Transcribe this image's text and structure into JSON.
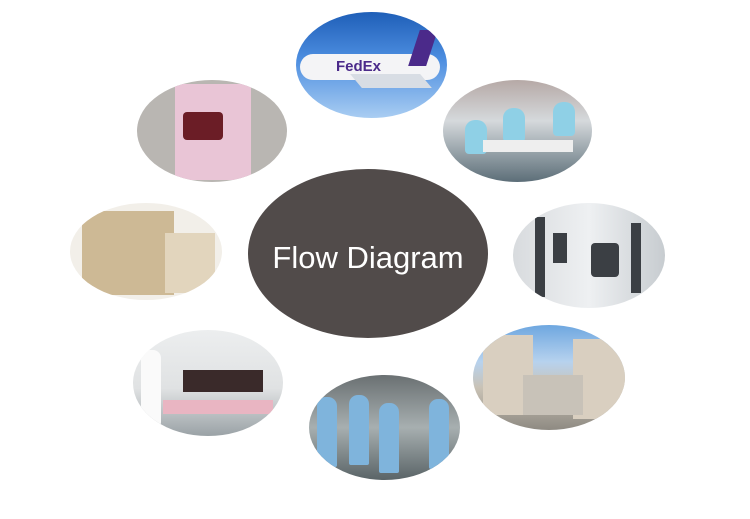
{
  "center": {
    "title": "Flow Diagram",
    "color": "#514b4a"
  },
  "photos": [
    {
      "name": "shipping-airplane-photo",
      "logo_text": "FedEx"
    },
    {
      "name": "packaging-box-photo"
    },
    {
      "name": "assembly-lab-photo"
    },
    {
      "name": "printed-carton-box-photo"
    },
    {
      "name": "machinery-photo"
    },
    {
      "name": "testing-lab-photo"
    },
    {
      "name": "production-line-workers-photo"
    },
    {
      "name": "factory-building-photo"
    }
  ]
}
